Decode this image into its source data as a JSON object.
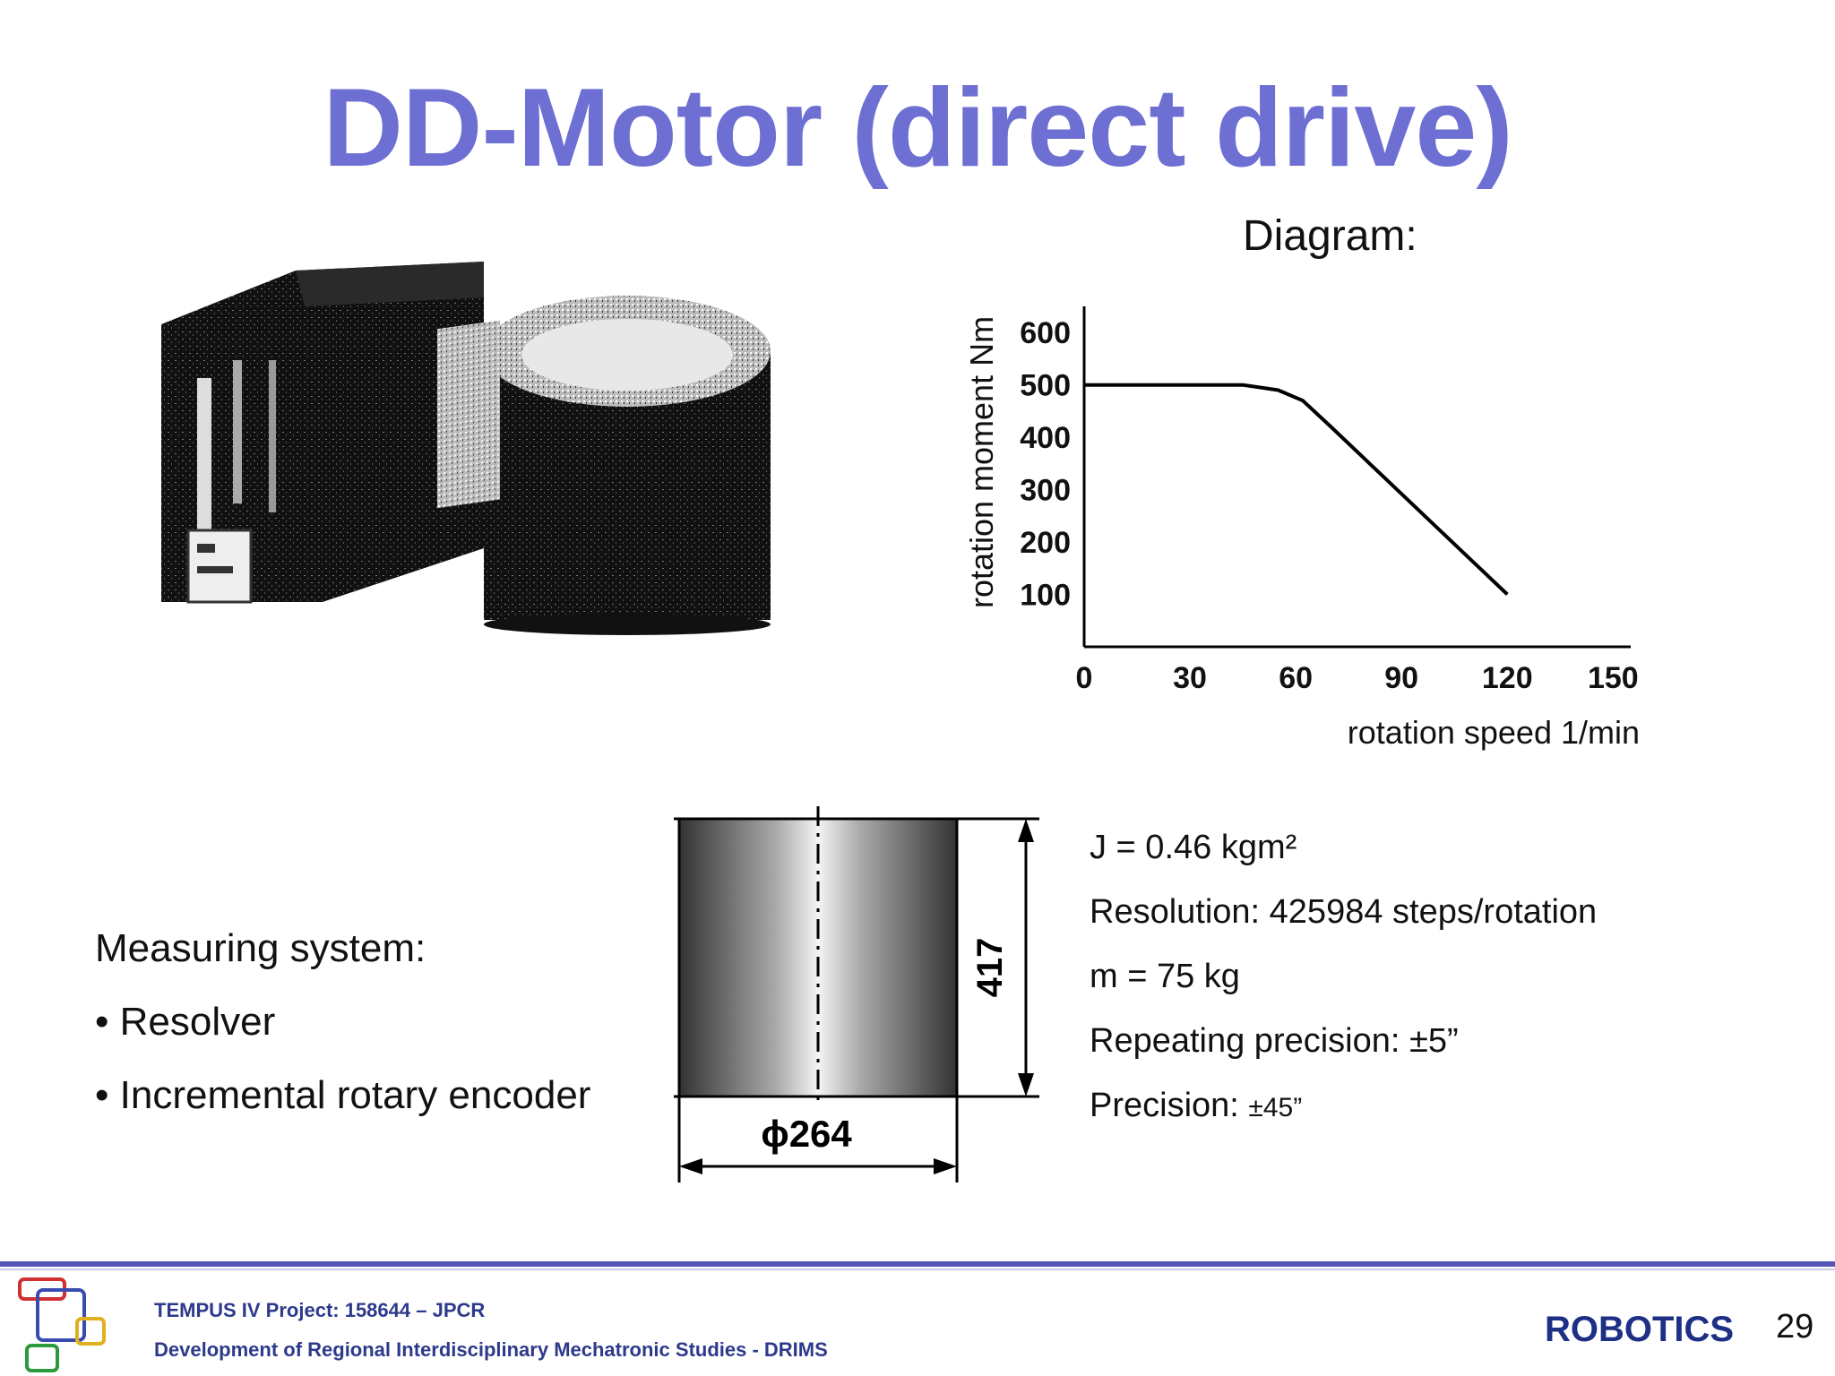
{
  "slide": {
    "title": "DD-Motor (direct drive)",
    "diagram_label": "Diagram:"
  },
  "measuring": {
    "heading": "Measuring system:",
    "items": [
      "• Resolver",
      "• Incremental rotary encoder"
    ]
  },
  "specs": {
    "inertia": "J = 0.46 kgm²",
    "resolution": "Resolution: 425984 steps/rotation",
    "mass": "m = 75 kg",
    "repeating_precision": "Repeating precision: ±5”",
    "precision_label": "Precision: ",
    "precision_value": "±45”"
  },
  "drawing": {
    "height_label": "417",
    "diameter_label": "ϕ264"
  },
  "chart_data": {
    "type": "line",
    "xlabel": "rotation speed 1/min",
    "ylabel": "rotation moment Nm",
    "x_ticks": [
      0,
      30,
      60,
      90,
      120,
      150
    ],
    "y_ticks": [
      100,
      200,
      300,
      400,
      500,
      600
    ],
    "xlim": [
      0,
      155
    ],
    "ylim": [
      0,
      650
    ],
    "series": [
      {
        "x": [
          0,
          45,
          55,
          62,
          70,
          120
        ],
        "y": [
          500,
          500,
          490,
          470,
          420,
          100
        ]
      }
    ]
  },
  "footer": {
    "project": "TEMPUS IV Project: 158644 – JPCR",
    "program": "Development of Regional Interdisciplinary Mechatronic Studies - DRIMS",
    "topic": "ROBOTICS",
    "page": "29"
  },
  "icons": {
    "logo": "tempus-logo-icon"
  },
  "colors": {
    "title": "#6d6fd3",
    "footer_text": "#2d3a8c",
    "footer_rule": "#5457b8"
  }
}
